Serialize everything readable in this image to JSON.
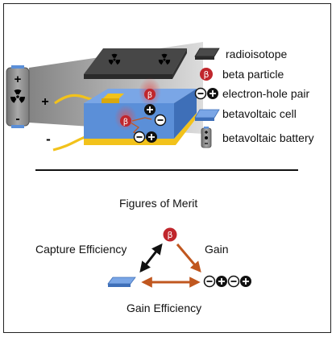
{
  "legend": {
    "radioisotope": "radioisotope",
    "beta_particle": "beta particle",
    "electron_hole_pair": "electron-hole pair",
    "betavoltaic_cell": "betavoltaic cell",
    "betavoltaic_battery": "betavoltaic battery"
  },
  "battery": {
    "plus_sign": "+",
    "minus_sign": "-"
  },
  "cell": {
    "plus_terminal": "+",
    "minus_terminal": "-",
    "beta_symbol": "β"
  },
  "figures_of_merit": {
    "title": "Figures of  Merit",
    "capture_efficiency": "Capture Efficiency",
    "gain": "Gain",
    "gain_efficiency": "Gain Efficiency",
    "beta_symbol": "β"
  },
  "colors": {
    "radioisotope_top": "#4a4a4a",
    "radioisotope_side": "#2b2b2b",
    "cell_blue": "#5b8fd8",
    "cell_blue_dark": "#3e6fb8",
    "substrate_yellow": "#f2c21b",
    "beta_red": "#c0262c",
    "arrow_orange": "#c0571f",
    "battery_gray": "#8a8a8a"
  }
}
